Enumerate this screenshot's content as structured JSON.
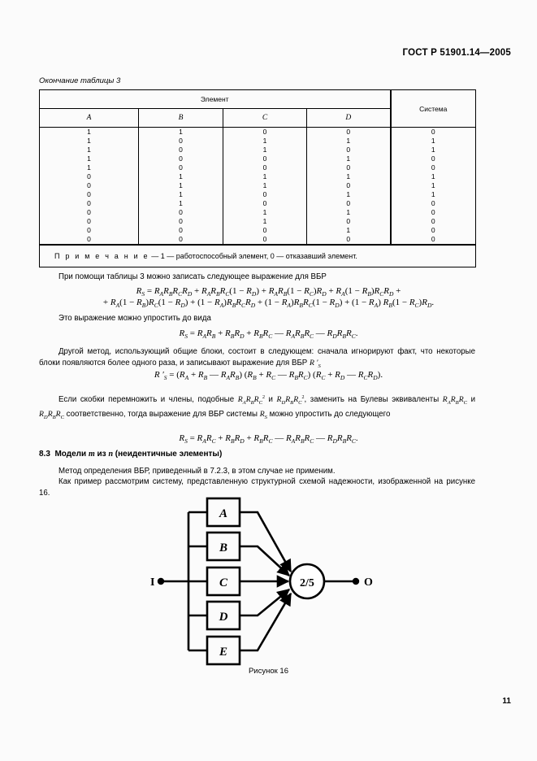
{
  "header": {
    "standard": "ГОСТ Р 51901.14—2005"
  },
  "table": {
    "caption": "Окончание таблицы 3",
    "group_header": "Элемент",
    "system_header": "Система",
    "columns": [
      "A",
      "B",
      "C",
      "D"
    ],
    "rows": [
      [
        "1",
        "1",
        "0",
        "0",
        "0"
      ],
      [
        "1",
        "0",
        "1",
        "1",
        "1"
      ],
      [
        "1",
        "0",
        "1",
        "0",
        "1"
      ],
      [
        "1",
        "0",
        "0",
        "1",
        "0"
      ],
      [
        "1",
        "0",
        "0",
        "0",
        "0"
      ],
      [
        "0",
        "1",
        "1",
        "1",
        "1"
      ],
      [
        "0",
        "1",
        "1",
        "0",
        "1"
      ],
      [
        "0",
        "1",
        "0",
        "1",
        "1"
      ],
      [
        "0",
        "1",
        "0",
        "0",
        "0"
      ],
      [
        "0",
        "0",
        "1",
        "1",
        "0"
      ],
      [
        "0",
        "0",
        "1",
        "0",
        "0"
      ],
      [
        "0",
        "0",
        "0",
        "1",
        "0"
      ],
      [
        "0",
        "0",
        "0",
        "0",
        "0"
      ]
    ],
    "note_label": "П р и м е ч а н и е",
    "note_text": " — 1 — работоспособный элемент, 0 — отказавший элемент."
  },
  "body": {
    "p1": "При помощи таблицы 3 можно записать следующее выражение для ВБР",
    "p2": "Это выражение можно упростить до вида",
    "p3": "Другой метод, использующий общие блоки, состоит в следующем: сначала игнорируют факт, что некоторые блоки появляются более одного раза, и записывают выражение для ВБР",
    "p4_a": "Если скобки перемножить и члены, подобные",
    "p4_b": "и",
    "p4_c": ", заменить на Булевы эквиваленты",
    "p4_d": "и",
    "p4_e": "соответственно, тогда выражение для ВБР системы",
    "p4_f": "можно упростить до следующего",
    "p5": "Метод определения ВБР, приведенный в 7.2.3, в этом случае не применим.",
    "p6": "Как пример рассмотрим систему, представленную структурной схемой надежности, изображенной на рисунке 16."
  },
  "section": {
    "number": "8.3",
    "title_pre": "Модели",
    "title_m": "m",
    "title_mid": "из",
    "title_n": "n",
    "title_post": "(неидентичные элементы)"
  },
  "formulas": {
    "f1_line1": "R_S = R_A R_B R_C R_D + R_A R_B R_C(1 − R_D) + R_A R_B(1 − R_C)R_D + R_A(1 − R_B)R_C R_D +",
    "f1_line2": "+ R_A(1 − R_B)R_C(1 − R_D) + (1 − R_A)R_B R_C R_D + (1 − R_A)R_B R_C(1 − R_D) + (1 − R_A) R_B(1 − R_C)R_D.",
    "f2": "R_S = R_A R_B + R_B R_D + R_B R_C − R_A R_B R_C − R_D R_B R_C.",
    "f3": "R'_S = (R_A + R_B − R_A R_B) (R_B + R_C − R_B R_C) (R_C + R_D − R_C R_D).",
    "f4": "R_S = R_A R_C + R_B R_D + R_B R_C − R_A R_B R_C − R_D R_B R_C."
  },
  "figure": {
    "blocks": [
      "A",
      "B",
      "C",
      "D",
      "E"
    ],
    "gate_label": "2/5",
    "input_label": "I",
    "output_label": "O",
    "caption": "Рисунок 16"
  },
  "page_number": "11"
}
